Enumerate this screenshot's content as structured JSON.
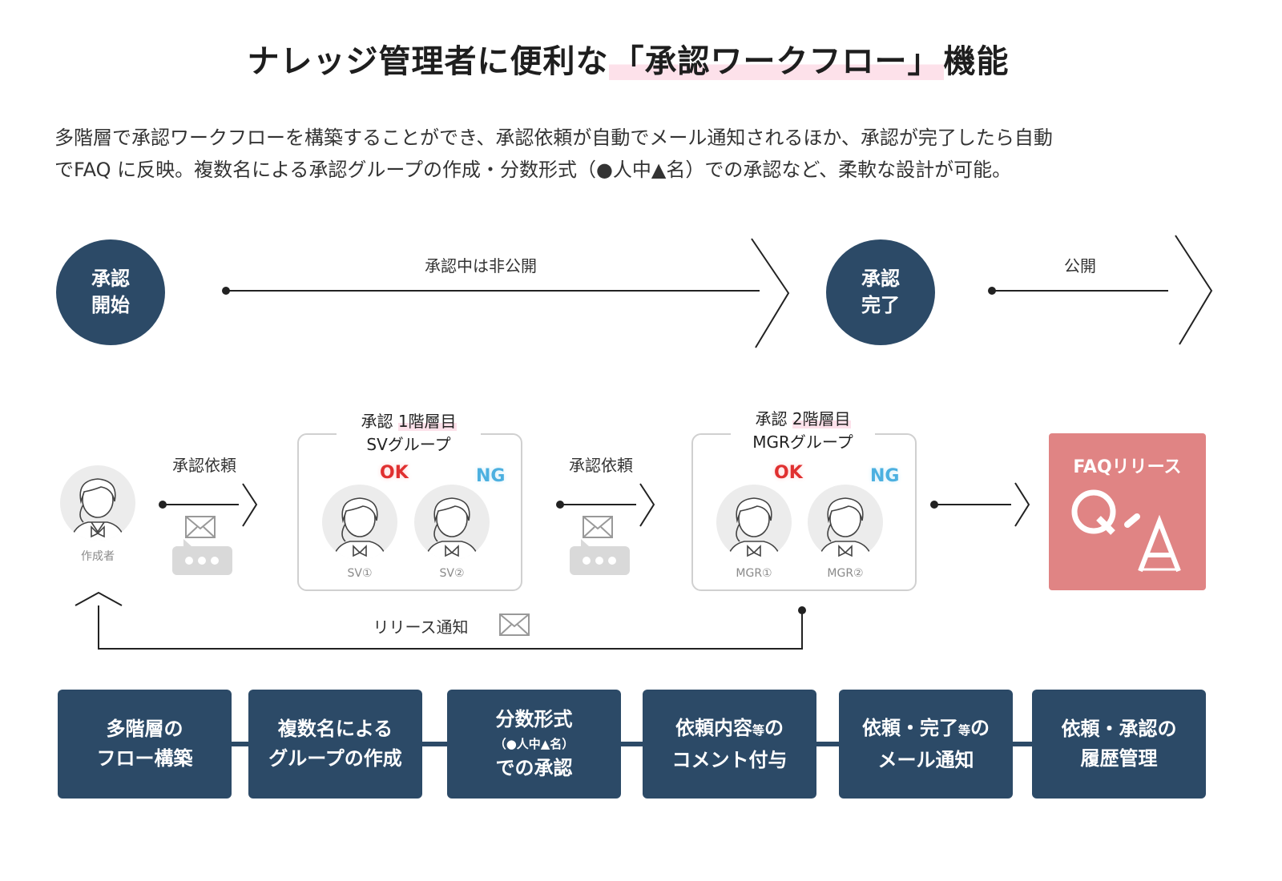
{
  "title": {
    "main": "ナレッジ管理者に便利な",
    "highlight": "「承認ワークフロー」",
    "tail": "機能"
  },
  "description": [
    "多階層で承認ワークフローを構築することができ、承認依頼が自動でメール通知されるほか、承認が完了したら自動",
    "でFAQ に反映。複数名による承認グループの作成・分数形式（●人中▲名）での承認など、柔軟な設計が可能。"
  ],
  "timeline": {
    "start": [
      "承認",
      "開始"
    ],
    "end": [
      "承認",
      "完了"
    ],
    "private_label": "承認中は非公開",
    "public_label": "公開"
  },
  "flow": {
    "author_label": "作成者",
    "request_label_1": "承認依頼",
    "request_label_2": "承認依頼",
    "group1": {
      "title_prefix": "承認 ",
      "title_highlight": "1階層目",
      "name": "SVグループ",
      "members": [
        "SV①",
        "SV②"
      ],
      "ok": "OK",
      "ng": "NG"
    },
    "group2": {
      "title_prefix": "承認 ",
      "title_highlight": "2階層目",
      "name": "MGRグループ",
      "members": [
        "MGR①",
        "MGR②"
      ],
      "ok": "OK",
      "ng": "NG"
    },
    "faq_release": "FAQリリース",
    "release_notice": "リリース通知"
  },
  "features": [
    {
      "lines": [
        "多階層の",
        "フロー構築"
      ]
    },
    {
      "lines": [
        "複数名による",
        "グループの作成"
      ]
    },
    {
      "line1": "分数形式",
      "sub": "（●人中▲名）",
      "line3": "での承認"
    },
    {
      "line1a": "依頼内容",
      "line1small": "等",
      "line1b": "の",
      "line2": "コメント付与"
    },
    {
      "line1a": "依頼・完了",
      "line1small": "等",
      "line1b": "の",
      "line2": "メール通知"
    },
    {
      "lines": [
        "依頼・承認の",
        "履歴管理"
      ]
    }
  ],
  "colors": {
    "navy": "#2c4a67",
    "faq_pink": "#e08484",
    "highlight": "#fde1ea",
    "ok_red": "#e03030",
    "ng_blue": "#4cb0e0"
  },
  "icons": [
    "person-icon",
    "mail-icon",
    "chat-bubble-icon",
    "chevron-right-icon",
    "qa-icon"
  ]
}
